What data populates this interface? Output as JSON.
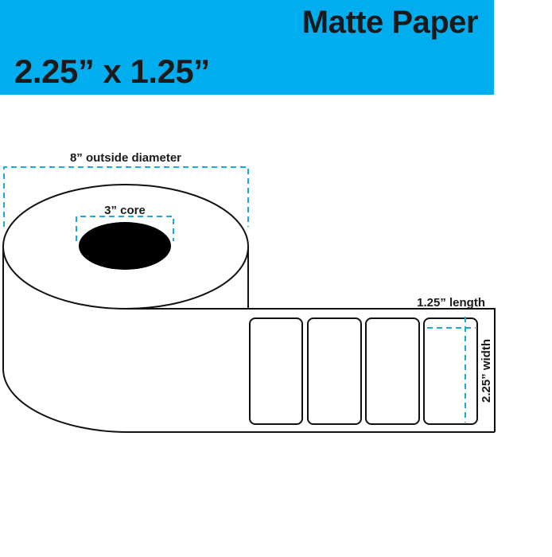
{
  "banner": {
    "product": "Matte Paper",
    "size": "2.25” x 1.25”",
    "background_color": "#00aeef"
  },
  "diagram": {
    "outside_diameter_label": "8” outside diameter",
    "core_label": "3” core",
    "length_label": "1.25” length",
    "width_label": "2.25” width",
    "label_count": 4,
    "dimension_line_color": "#1ba9e1"
  }
}
